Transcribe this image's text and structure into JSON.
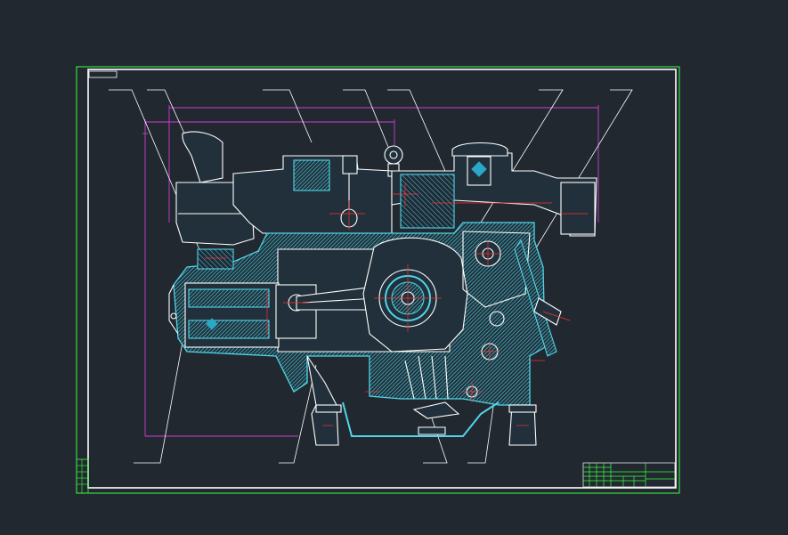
{
  "drawing": {
    "view_label": "",
    "callouts": [
      {
        "id": "c1",
        "text": ""
      },
      {
        "id": "c2",
        "text": ""
      },
      {
        "id": "c3",
        "text": ""
      },
      {
        "id": "c4",
        "text": ""
      },
      {
        "id": "c5",
        "text": ""
      },
      {
        "id": "c6",
        "text": ""
      },
      {
        "id": "c7",
        "text": ""
      },
      {
        "id": "c8",
        "text": ""
      },
      {
        "id": "c9",
        "text": ""
      },
      {
        "id": "c10",
        "text": ""
      },
      {
        "id": "c11",
        "text": ""
      }
    ],
    "dimensions": {
      "overall_width": "",
      "inner_width": "",
      "overall_height": ""
    }
  },
  "title_block": {
    "drawing_title": "",
    "school": "",
    "drawing_number": ""
  },
  "colors": {
    "background": "#212830",
    "border": "#ffffff",
    "frame": "#3cff3c",
    "part_outline": "#ffffff",
    "hatch": "#4fd6e8",
    "dimension": "#d040d0",
    "centerline": "#ff3030",
    "fill_accent": "#2aa8c8"
  }
}
